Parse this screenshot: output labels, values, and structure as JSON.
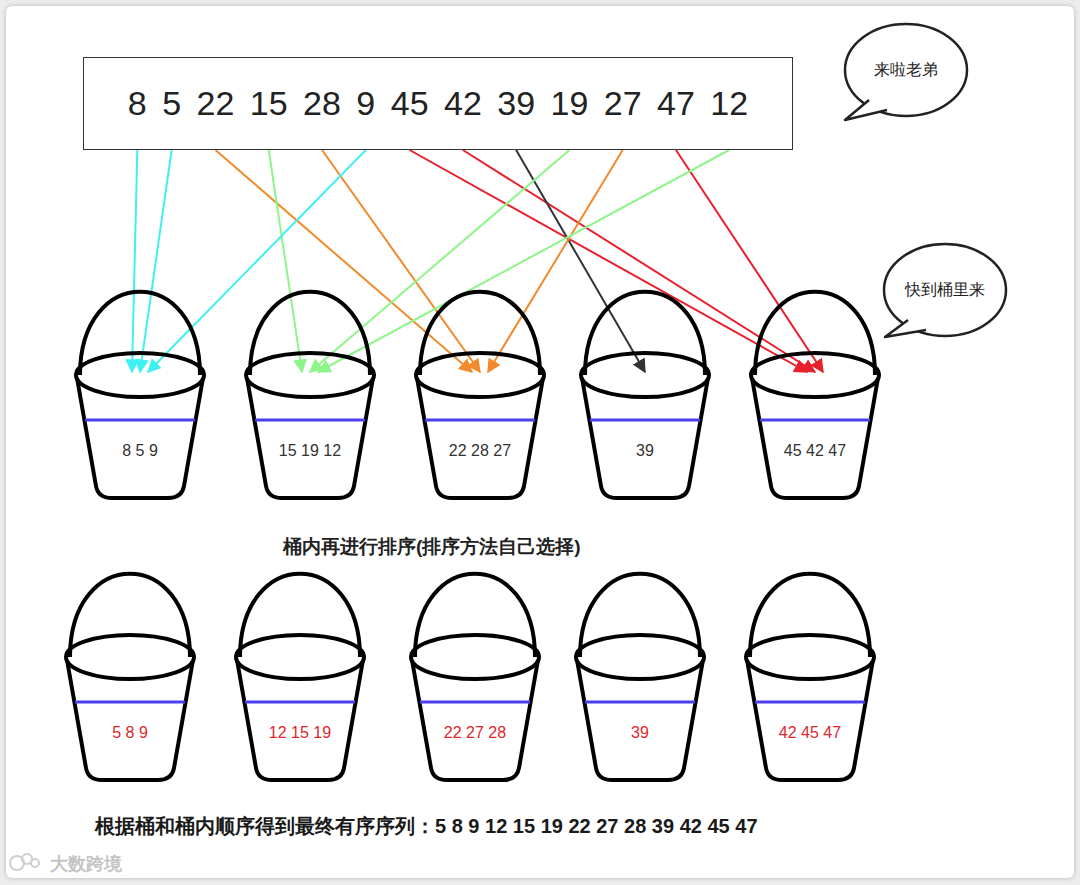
{
  "diagram": {
    "nodes": [
      {
        "text": [
          "8 5 22 15 28 9 45 42 39 19 27 47 12"
        ]
      },
      {
        "text": [
          "来啦老弟"
        ]
      },
      {
        "text": [
          "快到桶里来"
        ]
      },
      {
        "text": [
          "8 5 9"
        ]
      },
      {
        "text": [
          "15 19 12"
        ]
      },
      {
        "text": [
          "22 28 27"
        ]
      },
      {
        "text": [
          "39"
        ]
      },
      {
        "text": [
          "45 42 47"
        ]
      },
      {
        "text": [
          "5 8 9"
        ]
      },
      {
        "text": [
          "12 15 19"
        ]
      },
      {
        "text": [
          "22 27 28"
        ]
      },
      {
        "text": [
          "39"
        ]
      },
      {
        "text": [
          "42 45 47"
        ]
      }
    ],
    "edges": [
      {
        "from": 0,
        "to": 3,
        "arrow": "to"
      },
      {
        "from": 0,
        "to": 3,
        "arrow": "to"
      },
      {
        "from": 0,
        "to": 5,
        "arrow": "to"
      },
      {
        "from": 0,
        "to": 4,
        "arrow": "to"
      },
      {
        "from": 0,
        "to": 5,
        "arrow": "to"
      },
      {
        "from": 0,
        "to": 3,
        "arrow": "to"
      },
      {
        "from": 0,
        "to": 7,
        "arrow": "to"
      },
      {
        "from": 0,
        "to": 7,
        "arrow": "to"
      },
      {
        "from": 0,
        "to": 6,
        "arrow": "to"
      },
      {
        "from": 0,
        "to": 4,
        "arrow": "to"
      },
      {
        "from": 0,
        "to": 5,
        "arrow": "to"
      },
      {
        "from": 0,
        "to": 7,
        "arrow": "to"
      },
      {
        "from": 0,
        "to": 4,
        "arrow": "to"
      }
    ],
    "labels": [
      "桶内再进行排序(排序方法自己选择)",
      "根据桶和桶内顺序得到最终有序序列：5 8 9 12 15 19 22 27 28 39 42 45 47",
      "大数跨境"
    ]
  }
}
